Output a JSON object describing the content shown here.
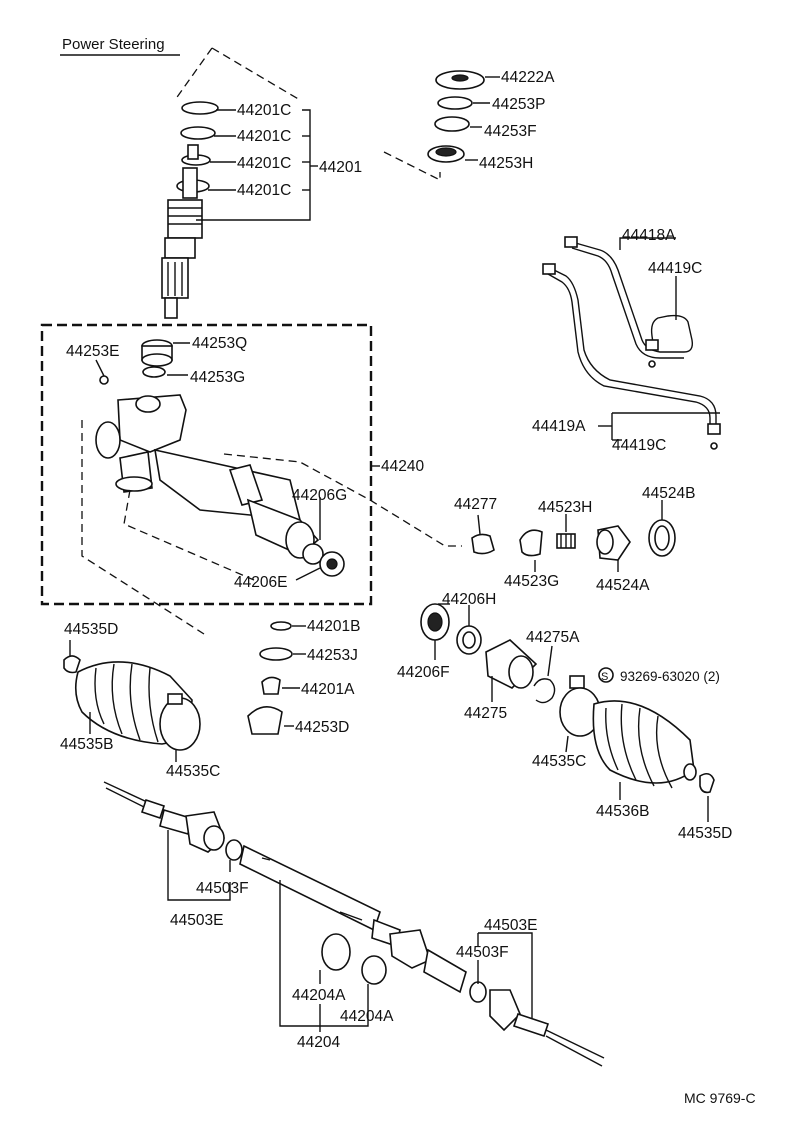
{
  "title": "Power Steering",
  "figure_code": "MC 9769-C",
  "labels": {
    "p44222A": "44222A",
    "p44253P": "44253P",
    "p44253F": "44253F",
    "p44253H": "44253H",
    "p44201C_1": "44201C",
    "p44201C_2": "44201C",
    "p44201C_3": "44201C",
    "p44201C_4": "44201C",
    "p44201": "44201",
    "p44418A": "44418A",
    "p44419C_top": "44419C",
    "p44253E": "44253E",
    "p44253Q": "44253Q",
    "p44253G": "44253G",
    "p44240": "44240",
    "p44206G": "44206G",
    "p44206E": "44206E",
    "p44419A": "44419A",
    "p44419C_bot": "44419C",
    "p44277": "44277",
    "p44523H": "44523H",
    "p44524B": "44524B",
    "p44523G": "44523G",
    "p44524A": "44524A",
    "p44201B": "44201B",
    "p44253J": "44253J",
    "p44201A": "44201A",
    "p44253D": "44253D",
    "p44535D_left": "44535D",
    "p44535B": "44535B",
    "p44535C_left": "44535C",
    "p44206H": "44206H",
    "p44275A": "44275A",
    "p44206F": "44206F",
    "p44275": "44275",
    "p93269": "93269-63020 (2)",
    "s_mark": "S",
    "p44535C_right": "44535C",
    "p44536B": "44536B",
    "p44535D_right": "44535D",
    "p44503F_left": "44503F",
    "p44503E_left": "44503E",
    "p44503E_right": "44503E",
    "p44503F_right": "44503F",
    "p44204A_1": "44204A",
    "p44204A_2": "44204A",
    "p44204": "44204"
  }
}
